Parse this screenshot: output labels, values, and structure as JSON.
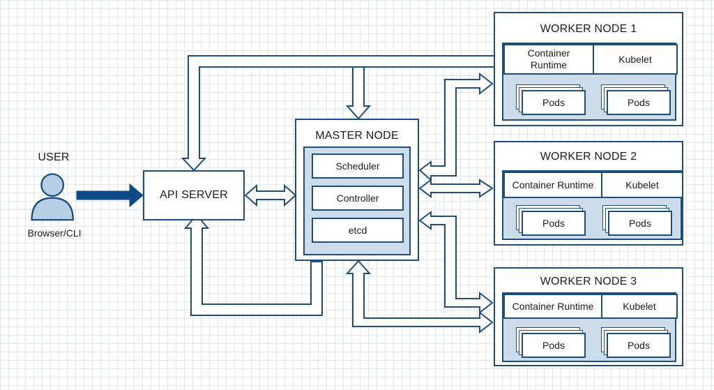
{
  "user": {
    "title": "USER",
    "caption": "Browser/CLI"
  },
  "api_server": {
    "label": "API SERVER"
  },
  "master_node": {
    "title": "MASTER NODE",
    "components": [
      "Scheduler",
      "Controller",
      "etcd"
    ]
  },
  "workers": [
    {
      "title": "WORKER NODE 1",
      "runtime": "Container\nRuntime",
      "kubelet": "Kubelet",
      "pods": [
        "Pods",
        "Pods"
      ]
    },
    {
      "title": "WORKER NODE 2",
      "runtime": "Container Runtime",
      "kubelet": "Kubelet",
      "pods": [
        "Pods",
        "Pods"
      ]
    },
    {
      "title": "WORKER NODE 3",
      "runtime": "Container Runtime",
      "kubelet": "Kubelet",
      "pods": [
        "Pods",
        "Pods"
      ]
    }
  ],
  "colors": {
    "line": "#1d4d7a",
    "accent": "#0d4a86",
    "panel": "#ccdcea",
    "grid": "#e3e6ea"
  }
}
